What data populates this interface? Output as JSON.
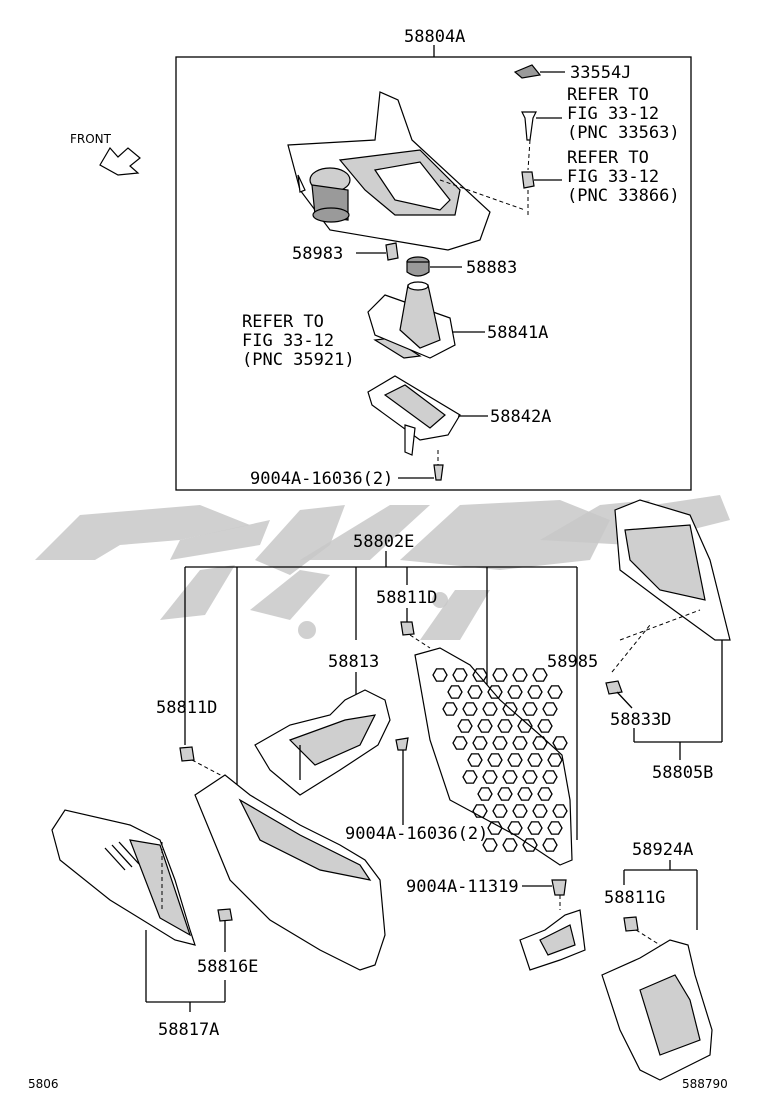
{
  "labels": {
    "top_assembly": "58804A",
    "clip_33554j": "33554J",
    "refer_1": [
      "REFER TO",
      "FIG 33-12",
      "(PNC 33563)"
    ],
    "refer_2": [
      "REFER TO",
      "FIG 33-12",
      "(PNC 33866)"
    ],
    "p58983": "58983",
    "p58883": "58883",
    "refer_3": [
      "REFER TO",
      "FIG 33-12",
      "(PNC 35921)"
    ],
    "p58841a": "58841A",
    "p58842a": "58842A",
    "screw_top": "9004A-16036(2)",
    "front": "FRONT",
    "mid_assembly": "58802E",
    "p58811d_a": "58811D",
    "p58811d_b": "58811D",
    "p58813": "58813",
    "p58985": "58985",
    "p58833d": "58833D",
    "p58805b": "58805B",
    "screw_mid": "9004A-16036(2)",
    "screw_11319": "9004A-11319",
    "p58924a": "58924A",
    "p58811g": "58811G",
    "p58816e": "58816E",
    "p58817a": "58817A",
    "footer_left": "5806",
    "footer_right": "588790"
  },
  "colors": {
    "watermark": "#c8c8c8",
    "line": "#000000"
  }
}
